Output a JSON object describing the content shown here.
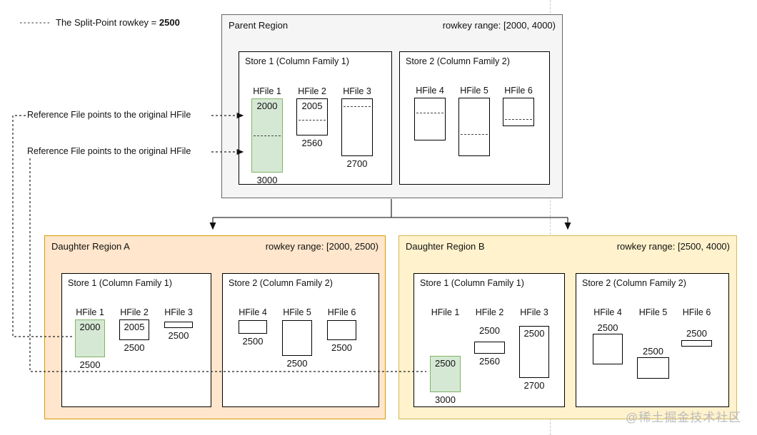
{
  "legend": {
    "split_point_text": "The Split-Point rowkey =",
    "split_point_value": "2500"
  },
  "reference_note_1": "Reference File points to the original HFile",
  "reference_note_2": "Reference File points to the original HFile",
  "watermark": "@稀土掘金技术社区",
  "colors": {
    "parent_fill": "#f5f5f5",
    "parent_stroke": "#666666",
    "daughter_a_fill": "#ffe6cc",
    "daughter_a_stroke": "#d79b00",
    "daughter_b_fill": "#fff2cc",
    "daughter_b_stroke": "#d6b656",
    "hfile_green_fill": "#d5e8d4",
    "hfile_green_stroke": "#82b366"
  },
  "parent_region": {
    "title": "Parent Region",
    "rowkey_range": "rowkey range: [2000, 4000)",
    "store1": {
      "title": "Store 1 (Column Family 1)",
      "hfile1": {
        "name": "HFile 1",
        "start": "2000",
        "end": "3000"
      },
      "hfile2": {
        "name": "HFile 2",
        "start": "2005",
        "end": "2560"
      },
      "hfile3": {
        "name": "HFile 3",
        "end": "2700"
      }
    },
    "store2": {
      "title": "Store 2 (Column Family 2)",
      "hfile4": {
        "name": "HFile 4"
      },
      "hfile5": {
        "name": "HFile 5"
      },
      "hfile6": {
        "name": "HFile 6"
      }
    }
  },
  "daughter_a": {
    "title": "Daughter Region A",
    "rowkey_range": "rowkey range: [2000, 2500)",
    "store1": {
      "title": "Store 1 (Column Family 1)",
      "hfile1": {
        "name": "HFile 1",
        "start": "2000",
        "end": "2500"
      },
      "hfile2": {
        "name": "HFile 2",
        "start": "2005",
        "end": "2500"
      },
      "hfile3": {
        "name": "HFile 3",
        "end": "2500"
      }
    },
    "store2": {
      "title": "Store 2 (Column Family 2)",
      "hfile4": {
        "name": "HFile 4",
        "end": "2500"
      },
      "hfile5": {
        "name": "HFile 5",
        "end": "2500"
      },
      "hfile6": {
        "name": "HFile 6",
        "end": "2500"
      }
    }
  },
  "daughter_b": {
    "title": "Daughter Region B",
    "rowkey_range": "rowkey range: [2500, 4000)",
    "store1": {
      "title": "Store 1 (Column Family 1)",
      "hfile1": {
        "name": "HFile 1",
        "start": "2500",
        "end": "3000"
      },
      "hfile2": {
        "name": "HFile 2",
        "start": "2500",
        "end": "2560"
      },
      "hfile3": {
        "name": "HFile 3",
        "start": "2500",
        "end": "2700"
      }
    },
    "store2": {
      "title": "Store 2 (Column Family 2)",
      "hfile4": {
        "name": "HFile 4",
        "start": "2500"
      },
      "hfile5": {
        "name": "HFile 5",
        "start": "2500"
      },
      "hfile6": {
        "name": "HFile 6",
        "start": "2500"
      }
    }
  }
}
